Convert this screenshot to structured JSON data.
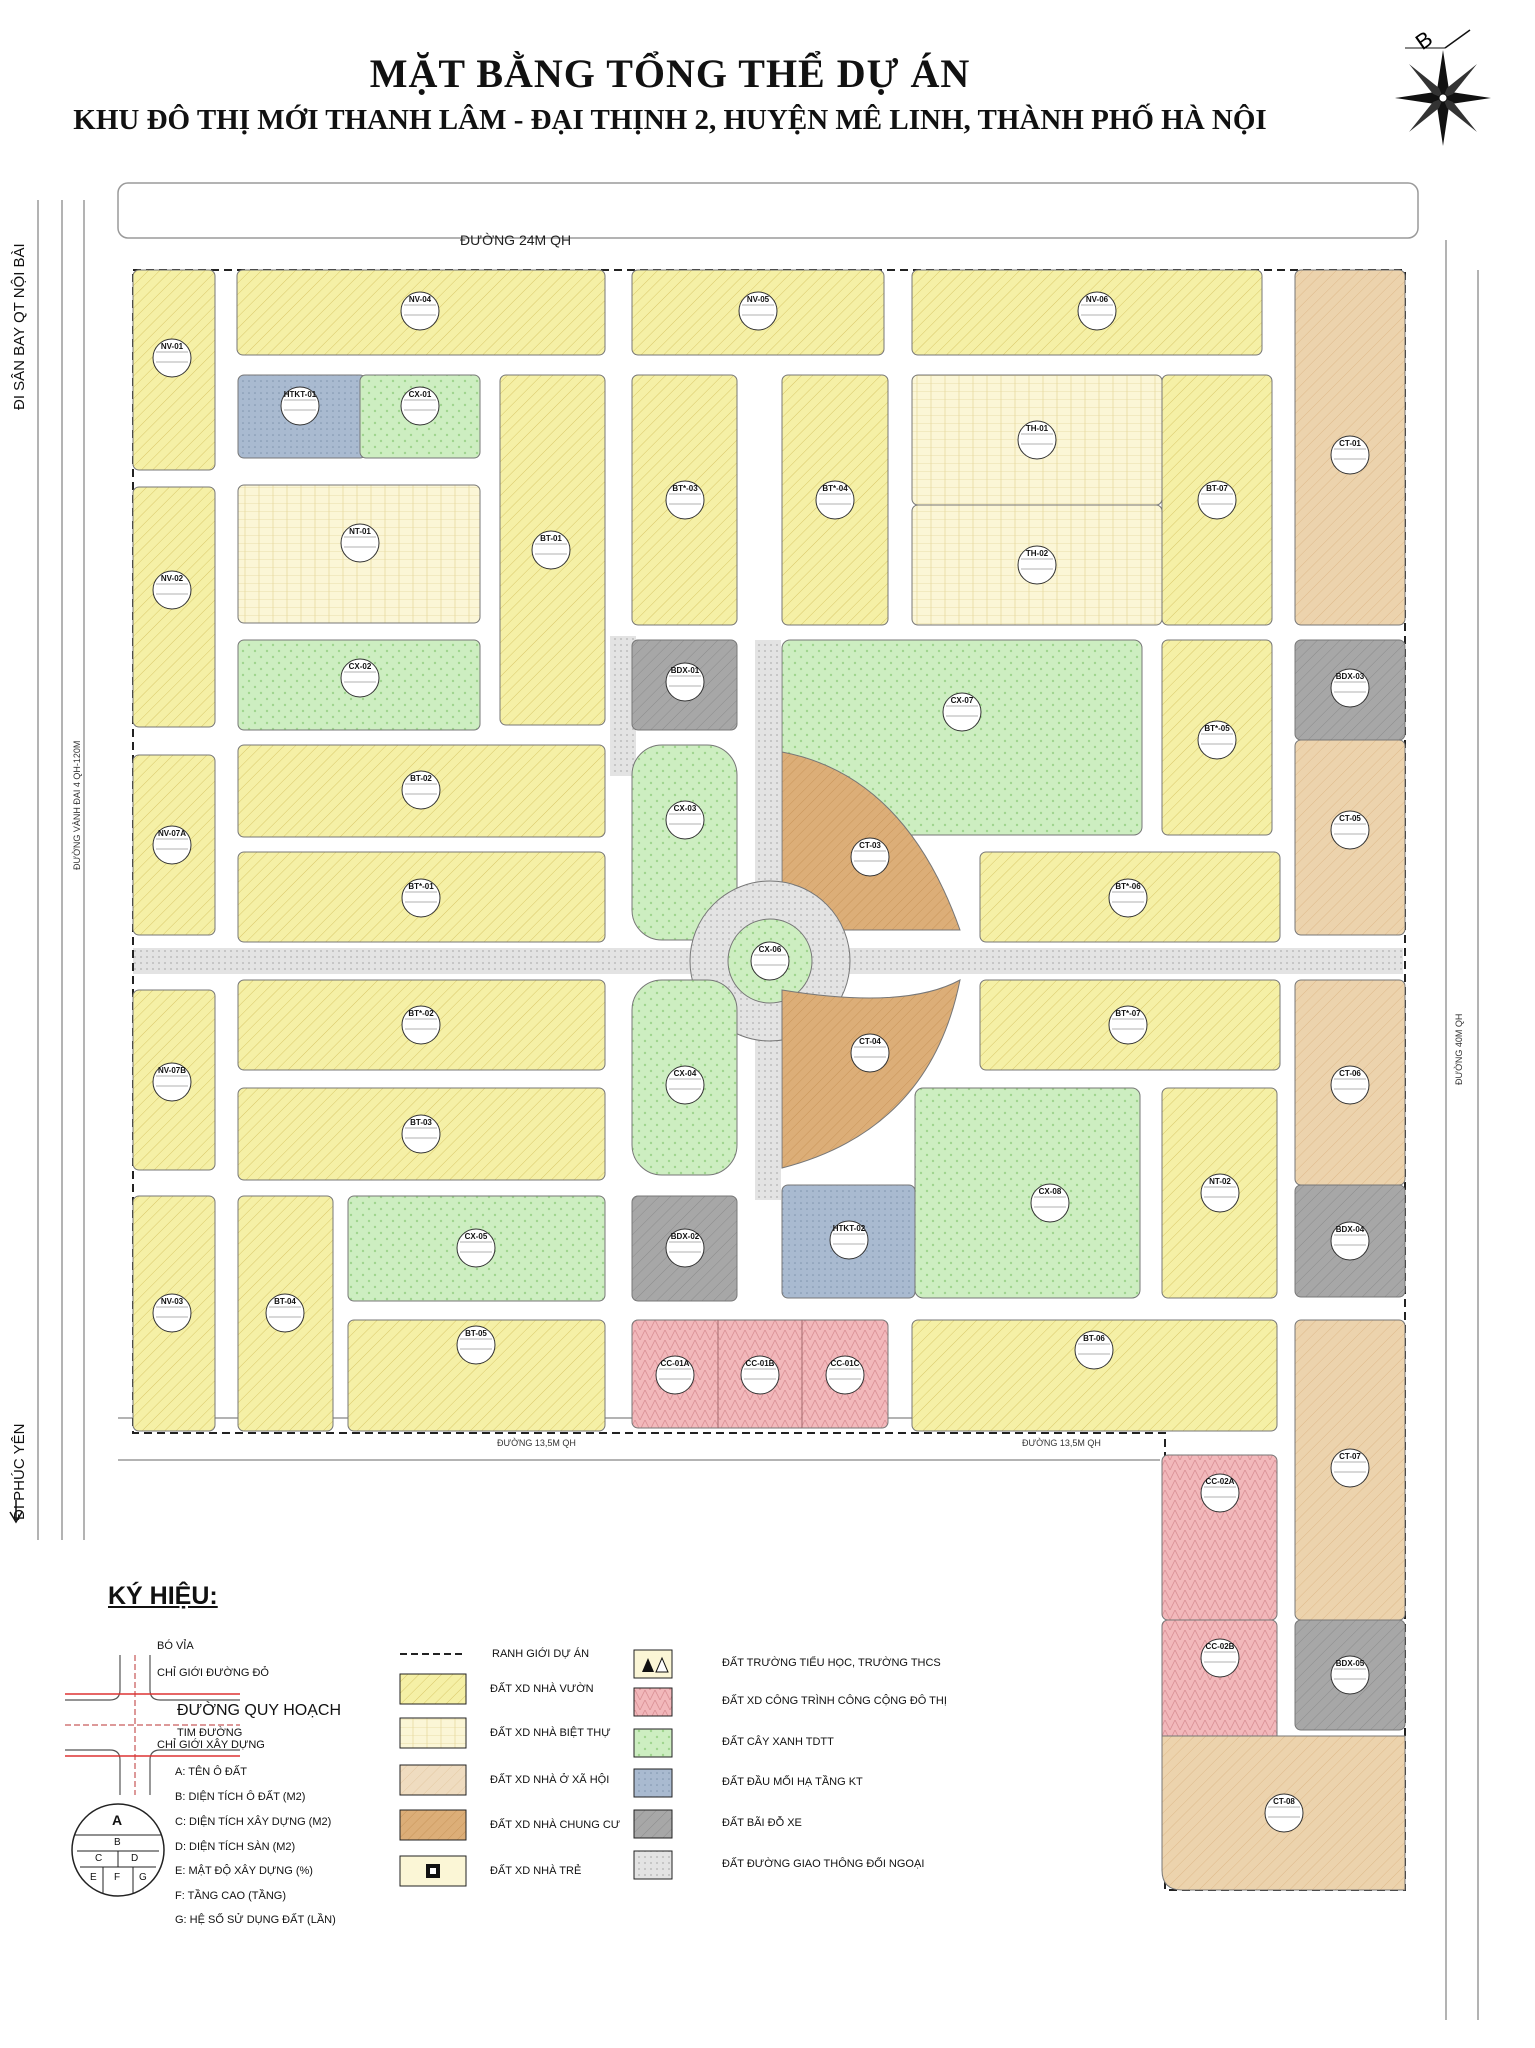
{
  "header": {
    "title": "MẶT BẰNG TỔNG THỂ DỰ ÁN",
    "subtitle": "KHU ĐÔ THỊ MỚI THANH LÂM - ĐẠI THỊNH 2, HUYỆN MÊ LINH, THÀNH PHỐ HÀ NỘI",
    "compass_letter": "B"
  },
  "roads": {
    "top": "ĐƯỜNG 24M QH",
    "bottom_left": "ĐƯỜNG 13,5M QH",
    "bottom_right": "ĐƯỜNG 13,5M QH",
    "west_vertical": "ĐƯỜNG VÀNH ĐAI 4 QH-120M",
    "east_vertical": "ĐƯỜNG 40M QH",
    "to_airport": "ĐI SÂN BAY QT NỘI BÀI",
    "to_phuc_yen": "ĐI PHÚC YÊN"
  },
  "colors": {
    "garden_house": "#f5f0a6",
    "villa": "#fbf6d6",
    "social_housing": "#efe0c8",
    "apartment": "#e9cfa4",
    "social_apartment_orange": "#ddb27e",
    "green": "#cdeec1",
    "public": "#f2b8bb",
    "infrastructure": "#a8b9cf",
    "parking": "#a7a7a7",
    "roundabout": "#d8d8d8",
    "road_line": "#9a9a9a"
  },
  "parcels": [
    {
      "id": "NV-04"
    },
    {
      "id": "NV-05"
    },
    {
      "id": "NV-06"
    },
    {
      "id": "NV-01"
    },
    {
      "id": "NV-02"
    },
    {
      "id": "NV-07A"
    },
    {
      "id": "NV-07B"
    },
    {
      "id": "NV-03"
    },
    {
      "id": "HTKT-01"
    },
    {
      "id": "CX-01"
    },
    {
      "id": "NT-01"
    },
    {
      "id": "BT-01"
    },
    {
      "id": "BT*-03"
    },
    {
      "id": "BT*-04"
    },
    {
      "id": "TH-01"
    },
    {
      "id": "TH-02"
    },
    {
      "id": "BT-07"
    },
    {
      "id": "CT-01"
    },
    {
      "id": "CX-02"
    },
    {
      "id": "BDX-01"
    },
    {
      "id": "CX-07"
    },
    {
      "id": "BT*-05"
    },
    {
      "id": "BDX-03"
    },
    {
      "id": "BT-02"
    },
    {
      "id": "CX-03"
    },
    {
      "id": "CT-03"
    },
    {
      "id": "CT-05"
    },
    {
      "id": "BT*-01"
    },
    {
      "id": "BT*-06"
    },
    {
      "id": "CX-06"
    },
    {
      "id": "BT*-02"
    },
    {
      "id": "BT*-07"
    },
    {
      "id": "CX-04"
    },
    {
      "id": "CT-04"
    },
    {
      "id": "CT-06"
    },
    {
      "id": "BT-03"
    },
    {
      "id": "CX-08"
    },
    {
      "id": "NT-02"
    },
    {
      "id": "CX-05"
    },
    {
      "id": "BDX-02"
    },
    {
      "id": "HTKT-02"
    },
    {
      "id": "BDX-04"
    },
    {
      "id": "BT-04"
    },
    {
      "id": "BT-05"
    },
    {
      "id": "CC-01A"
    },
    {
      "id": "CC-01B"
    },
    {
      "id": "CC-01C"
    },
    {
      "id": "BT-06"
    },
    {
      "id": "CC-02A"
    },
    {
      "id": "CT-07"
    },
    {
      "id": "CC-02B"
    },
    {
      "id": "BDX-05"
    },
    {
      "id": "CT-08"
    }
  ],
  "legend": {
    "title": "KÝ HIỆU:",
    "road_items": {
      "curb": "BÓ VỈA",
      "red_line": "CHỈ GIỚI ĐƯỜNG ĐỎ",
      "planned_road": "ĐƯỜNG QUY HOẠCH",
      "centerline": "TIM ĐƯỜNG",
      "build_line": "CHỈ GIỚI XÂY DỰNG"
    },
    "badge_key": [
      "A: TÊN Ô ĐẤT",
      "B: DIỆN TÍCH Ô ĐẤT (M2)",
      "C: DIỆN TÍCH XÂY DỰNG (M2)",
      "D: DIỆN TÍCH SÀN (M2)",
      "E: MẬT ĐỘ XÂY DỰNG (%)",
      "F: TẦNG CAO (TẦNG)",
      "G: HỆ SỐ SỬ DỤNG ĐẤT (LẦN)"
    ],
    "badge_letters": [
      "A",
      "B",
      "C",
      "D",
      "E",
      "F",
      "G"
    ],
    "boundary": "RANH GIỚI DỰ ÁN",
    "middle": [
      "ĐẤT XD NHÀ VƯỜN",
      "ĐẤT XD NHÀ BIỆT THỰ",
      "ĐẤT XD NHÀ Ở XÃ HỘI",
      "ĐẤT XD NHÀ CHUNG CƯ",
      "ĐẤT XD NHÀ TRẺ"
    ],
    "right": [
      "ĐẤT TRƯỜNG TIỂU HỌC, TRƯỜNG THCS",
      "ĐẤT XD CÔNG TRÌNH CÔNG CỘNG ĐÔ THỊ",
      "ĐẤT CÂY XANH TDTT",
      "ĐẤT ĐẦU MỐI HẠ TẦNG KT",
      "ĐẤT BÃI ĐỖ XE",
      "ĐẤT ĐƯỜNG GIAO THÔNG ĐỐI NGOẠI"
    ]
  }
}
